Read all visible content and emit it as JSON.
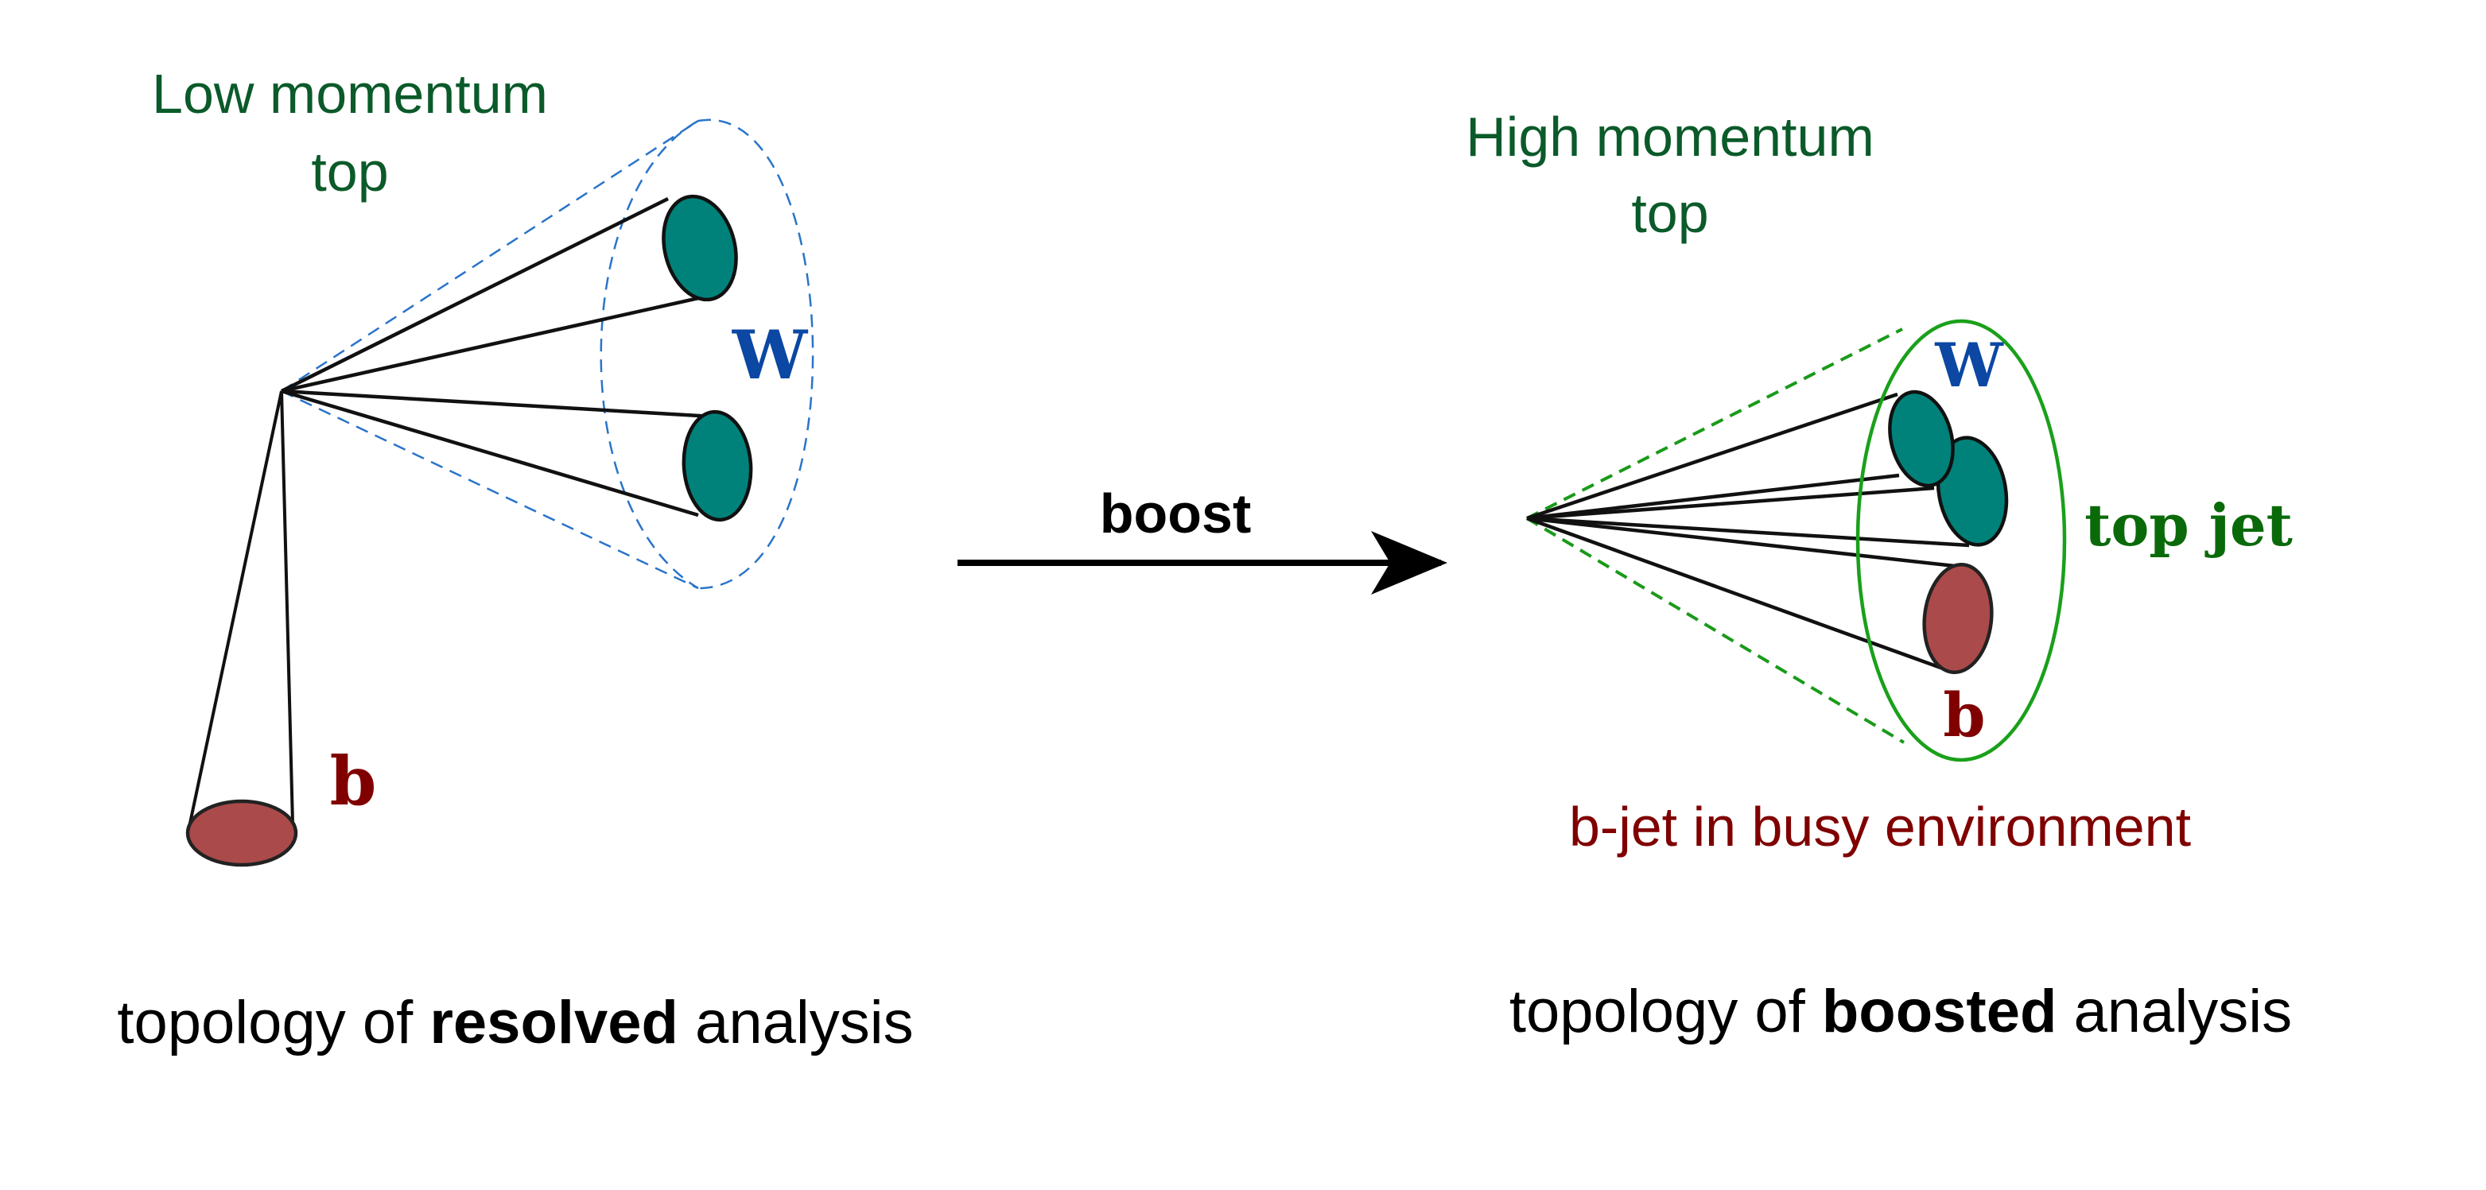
{
  "left_panel": {
    "heading_line1": "Low momentum",
    "heading_line2": "top",
    "w_label": "W",
    "b_label": "b",
    "caption_prefix": "topology of ",
    "caption_bold": "resolved",
    "caption_suffix": " analysis"
  },
  "arrow": {
    "label": "boost"
  },
  "right_panel": {
    "heading_line1": "High momentum",
    "heading_line2": "top",
    "w_label": "W",
    "b_label": "b",
    "top_jet_label": "top jet",
    "b_jet_note": "b-jet in busy environment",
    "caption_prefix": "topology of ",
    "caption_bold": "boosted",
    "caption_suffix": " analysis"
  },
  "colors": {
    "heading_green": "#0b5a2a",
    "w_jet_teal": "#00827a",
    "b_jet_red": "#ab4a4a",
    "w_label_blue": "#0b47a3",
    "b_label_darkred": "#800000",
    "top_jet_green": "#0a6a0a",
    "dashed_cone_blue": "#2a74c9",
    "top_jet_outline_green": "#1aa01a"
  }
}
